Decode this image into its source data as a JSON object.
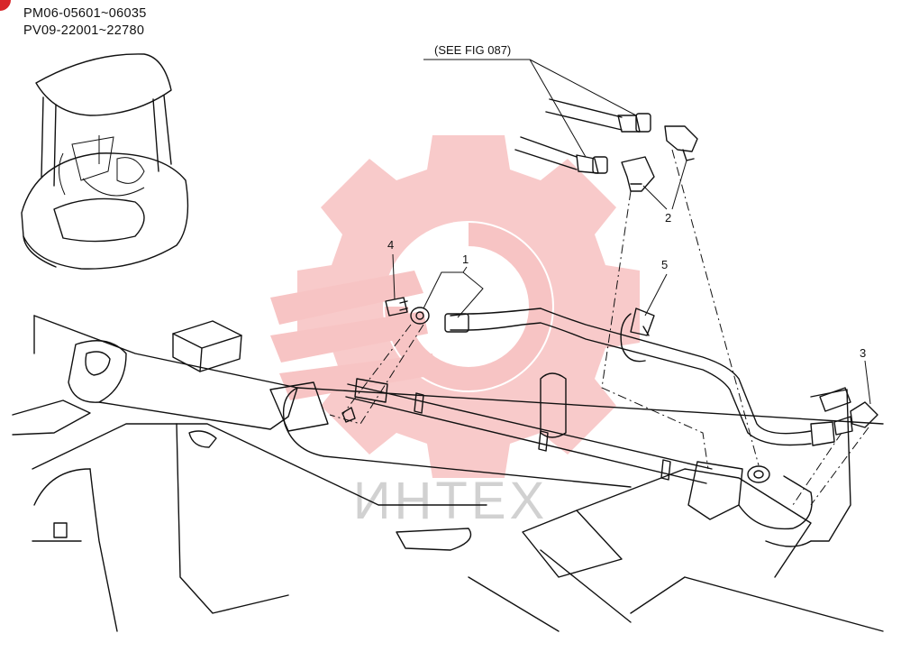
{
  "header": {
    "serial_ranges": [
      "PM06-05601~06035",
      "PV09-22001~22780"
    ]
  },
  "reference_note": "(SEE FIG 087)",
  "callouts": [
    "1",
    "2",
    "3",
    "4",
    "5"
  ],
  "watermark": {
    "text": "ИНТЕХ",
    "color": "#e8403f"
  }
}
